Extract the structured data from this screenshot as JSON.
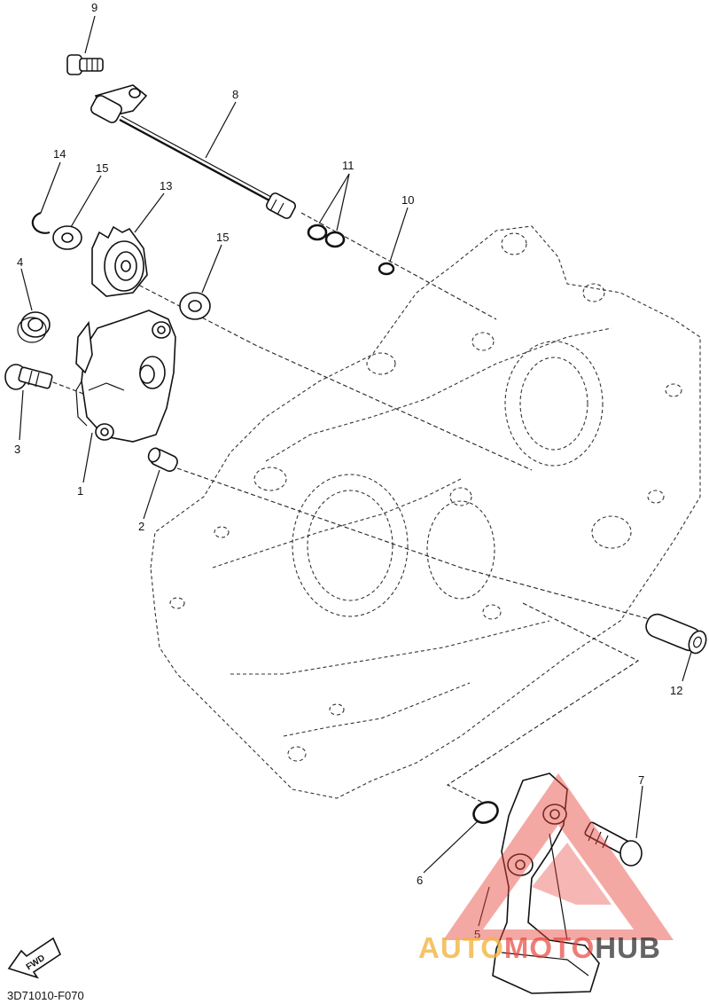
{
  "diagram": {
    "callouts": [
      "9",
      "8",
      "14",
      "15",
      "13",
      "11",
      "10",
      "15",
      "4",
      "3",
      "1",
      "2",
      "12",
      "7",
      "6",
      "5"
    ],
    "drawing_code": "3D71010-F070",
    "fwd_label": "FWD"
  },
  "watermark": {
    "part1": "AUTO",
    "part2": "MOTO",
    "part3": "HUB",
    "colors": {
      "orange": "#f3b441",
      "red": "#e8453c",
      "dark": "#222222"
    }
  }
}
